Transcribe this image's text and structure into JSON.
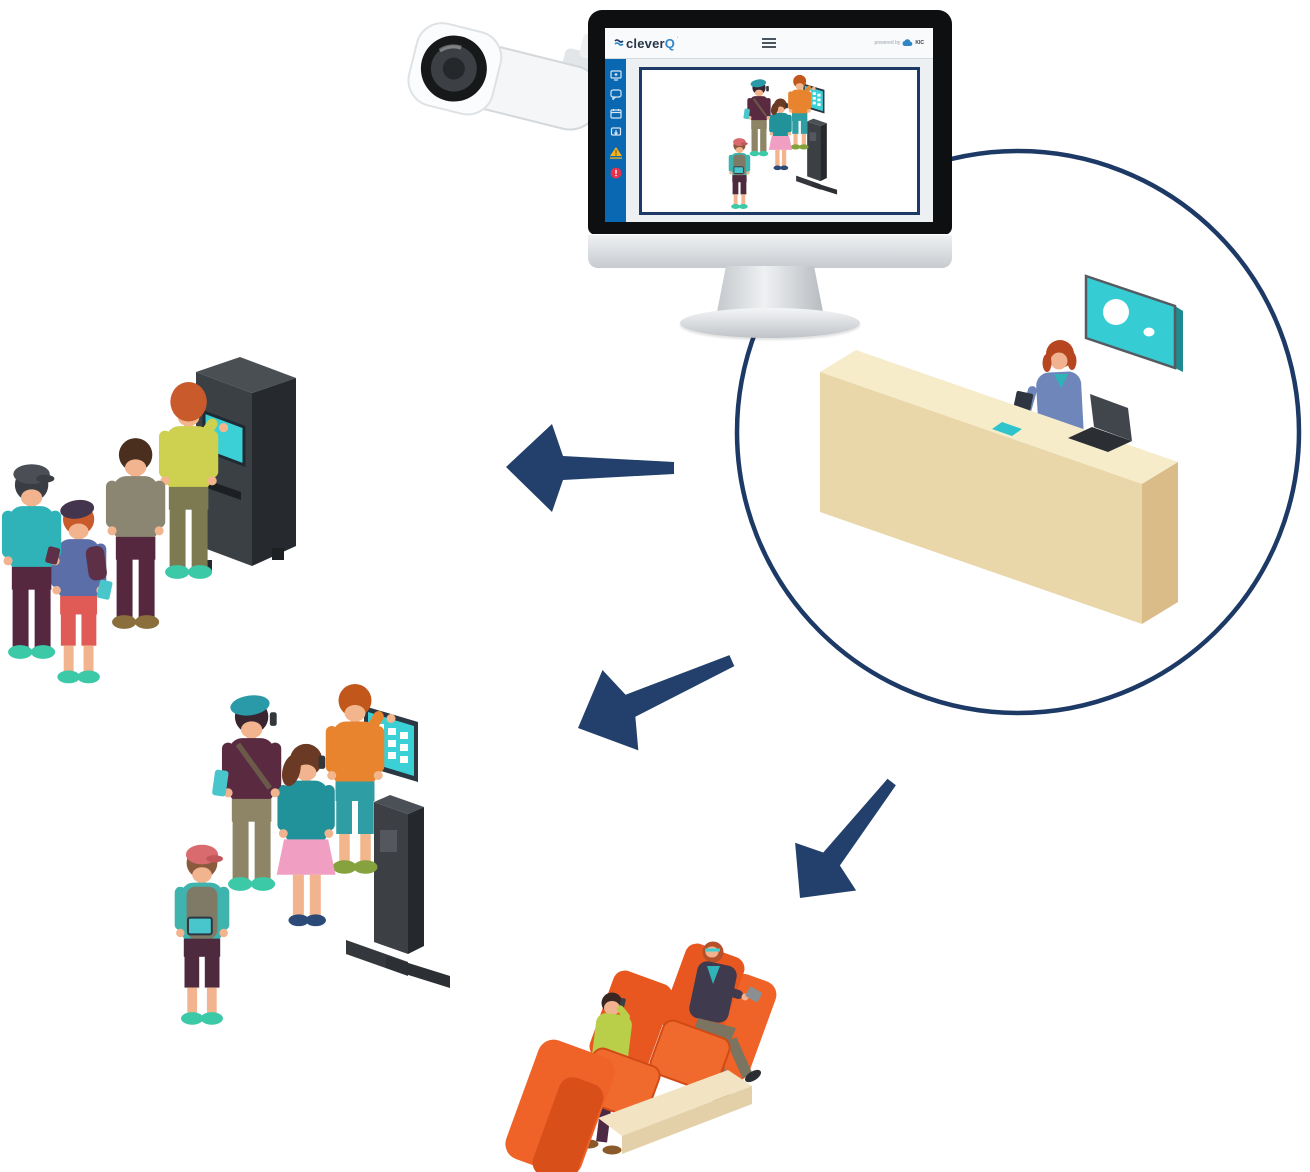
{
  "monitor_app": {
    "logo_text": "cleverQ",
    "logo_tm": "'",
    "logo_icon": "wave-logo-icon",
    "menu_icon": "hamburger-menu-icon",
    "powered_by_label": "powered by",
    "powered_by_brand": "KIC",
    "powered_by_icon": "cloud-icon",
    "sidebar_icons": [
      "display-plus-icon",
      "chat-plus-icon",
      "calendar-icon",
      "ticket-device-icon",
      "warning-triangle-icon",
      "alert-badge-icon"
    ],
    "screen_view": "camera-feed-of-kiosk-queue"
  },
  "scenes": {
    "camera": "white-security-camera",
    "reception_circle": "reception-desk-with-receptionist-laptop-and-teal-wall-display",
    "left_queue": "four-people-queuing-at-dark-ticket-machine",
    "center_queue": "four-people-queuing-at-touchscreen-kiosk",
    "waiting_area": "two-men-on-orange-sofa-using-phones",
    "arrows": "three-navy-arrows-pointing-from-reception-to-queues-and-waiting-area"
  },
  "colors": {
    "navy": "#1f3a63",
    "app_blue": "#0a67b2",
    "teal_screen": "#35ccd4",
    "desk_tan": "#ead8ab",
    "sofa_orange": "#e8571f",
    "warning_yellow": "#f5b31a",
    "alert_red": "#e8304a",
    "monitor_silver": "#d9dcdf"
  }
}
